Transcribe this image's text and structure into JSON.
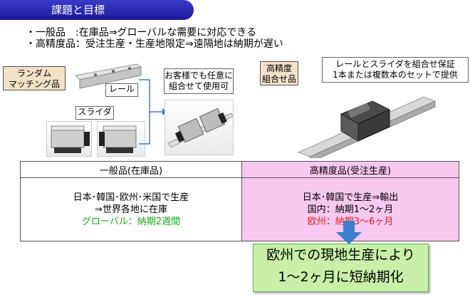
{
  "banner": {
    "title": "課題と目標"
  },
  "bullets": [
    "・一般品　:在庫品⇒グローバルな需要に対応できる",
    "・高精度品：受注生産・生産地限定⇒遠隔地は納期が遅い"
  ],
  "left_panel": {
    "label": [
      "ランダム",
      "マッチング品"
    ],
    "rail_label": "レール",
    "slider_label": "スライダ",
    "note": [
      "お客様でも任意に",
      "組合せて使用可"
    ]
  },
  "right_panel": {
    "label": [
      "高精度",
      "組合せ品"
    ],
    "note": [
      "レールとスライダを組合せ保証",
      "1本または複数本のセットで提供"
    ]
  },
  "table": {
    "left_header": "一般品(在庫品)",
    "right_header": "高精度品(受注生産)",
    "left_lines": [
      "日本･韓国･欧州･米国で生産",
      "⇒世界各地に在庫"
    ],
    "left_highlight": "グローバル：納期2週間",
    "right_lines": [
      "日本･韓国で生産⇒輸出",
      "国内：納期1～2ヶ月"
    ],
    "right_highlight": "欧州：納期3～6ヶ月"
  },
  "result": {
    "lines": [
      "欧州での現地生産により",
      "1～2ヶ月に短納期化"
    ]
  },
  "colors": {
    "banner": "#2424b0",
    "left_label_bg": "#f3e2c8",
    "right_row_bg": "#f8c8f0",
    "result_bg": "#c8f0a8",
    "green_text": "#1aa61a",
    "red_text": "#e02020",
    "arrow": "#3a7fd0"
  }
}
